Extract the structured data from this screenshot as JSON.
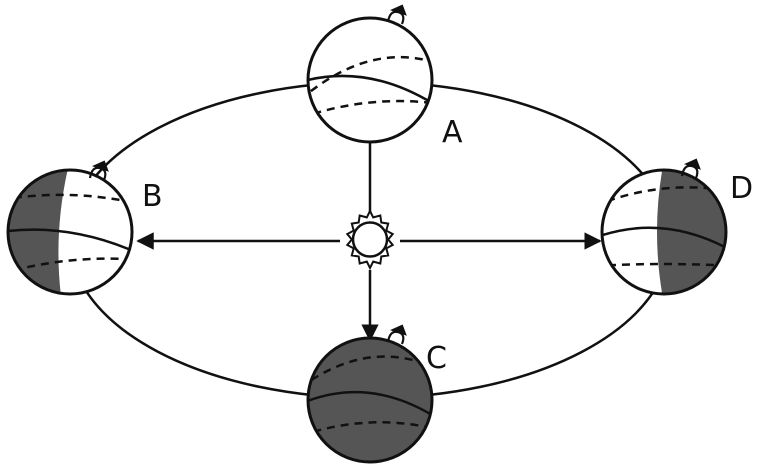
{
  "diagram": {
    "labels": {
      "a": "A",
      "b": "B",
      "c": "C",
      "d": "D"
    },
    "colors": {
      "stroke": "#111111",
      "night": "#555555",
      "day": "#ffffff"
    },
    "icons": [
      "sun-icon",
      "earth-globe-icon",
      "rotation-arrow-icon",
      "orbit-arrow-icon"
    ]
  }
}
